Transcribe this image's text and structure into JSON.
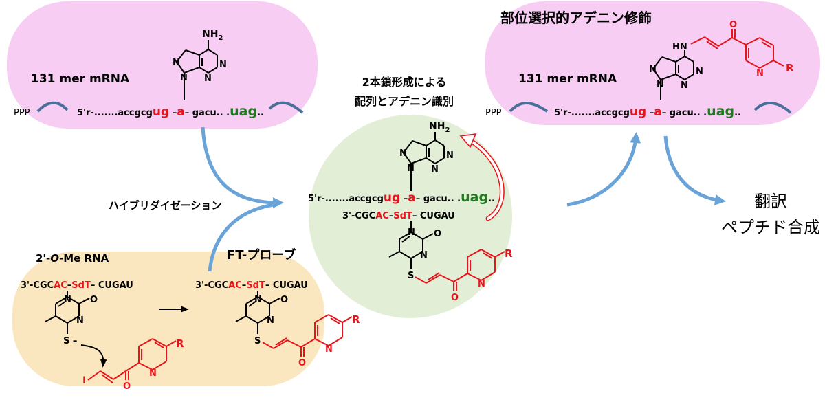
{
  "colors": {
    "pink_panel": "#f7cdf4",
    "yellow_panel": "#fae7bf",
    "green_panel": "#e3eed6",
    "arrow_blue": "#6aa3d8",
    "strand_blue": "#4a6f9a",
    "highlight_red": "#e8141b",
    "stop_codon_green": "#1f7a1f",
    "text_black": "#000000"
  },
  "panel_left_top": {
    "label": "131 mer mRNA",
    "ppp": "PPP",
    "seq_prefix": "5'r-.......accgcg",
    "seq_ug": "ug",
    "seq_dash1": " –",
    "seq_a": "a",
    "seq_dash2": "– gacu.. .",
    "seq_uag": "uag",
    "seq_dots": "..",
    "adenine_amino": "NH",
    "adenine_amino_sub": "2"
  },
  "panel_right_top": {
    "title": "部位選択的アデニン修飾",
    "label": "131 mer mRNA",
    "ppp": "PPP",
    "seq_prefix": "5'r-.......accgcg",
    "seq_ug": "ug",
    "seq_dash1": " –",
    "seq_a": "a",
    "seq_dash2": "– gacu.. .",
    "seq_uag": "uag",
    "seq_dots": "..",
    "hn": "HN",
    "r_group": "R"
  },
  "center": {
    "title_line1": "2本鎖形成による",
    "title_line2": "配列とアデニン識別",
    "seq_prefix": "5'r-.......accgcg",
    "seq_ug": "ug",
    "seq_dash1": " –",
    "seq_a": "a",
    "seq_dash2": "– gacu.. .",
    "seq_uag": "uag",
    "seq_dots": "..",
    "probe_prefix": "3'-CGC",
    "probe_ac": "AC",
    "probe_dash1": "–",
    "probe_sdt": "SdT",
    "probe_suffix": "– CUGAU",
    "adenine_amino": "NH",
    "adenine_amino_sub": "2",
    "r_group": "R"
  },
  "bottom_left": {
    "title_prefix": "2'-",
    "title_italic": "O",
    "title_suffix": "-Me RNA",
    "probe_prefix": "3'-CGC",
    "probe_ac": "AC",
    "probe_dash1": "–",
    "probe_sdt": "SdT",
    "probe_suffix": "– CUGAU",
    "iodine": "I",
    "r_group": "R"
  },
  "bottom_mid": {
    "title": "FT-プローブ",
    "probe_prefix": "3'-CGC",
    "probe_ac": "AC",
    "probe_dash1": "–",
    "probe_sdt": "SdT",
    "probe_suffix": "– CUGAU",
    "r_group": "R"
  },
  "labels": {
    "hybridization": "ハイブリダイゼーション",
    "translation_line1": "翻訳",
    "translation_line2": "ペプチド合成"
  },
  "atoms": {
    "N": "N",
    "O": "O",
    "S": "S",
    "S_dash": "S –"
  }
}
